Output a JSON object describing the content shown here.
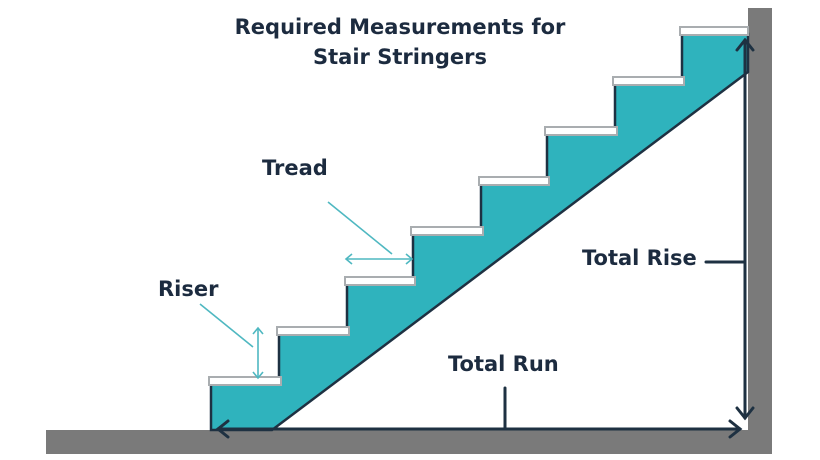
{
  "title": {
    "line1": "Required Measurements for",
    "line2": "Stair Stringers"
  },
  "labels": {
    "tread": "Tread",
    "riser": "Riser",
    "total_rise": "Total Rise",
    "total_run": "Total Run"
  },
  "colors": {
    "stringer": "#2fb3bd",
    "outline": "#1e3142",
    "wall": "#7a7a7a",
    "nosing": "#a9adb0",
    "text": "#1c2b3f",
    "arrow_thin": "#4fb8c1"
  },
  "stairs": {
    "step_count": 8
  }
}
